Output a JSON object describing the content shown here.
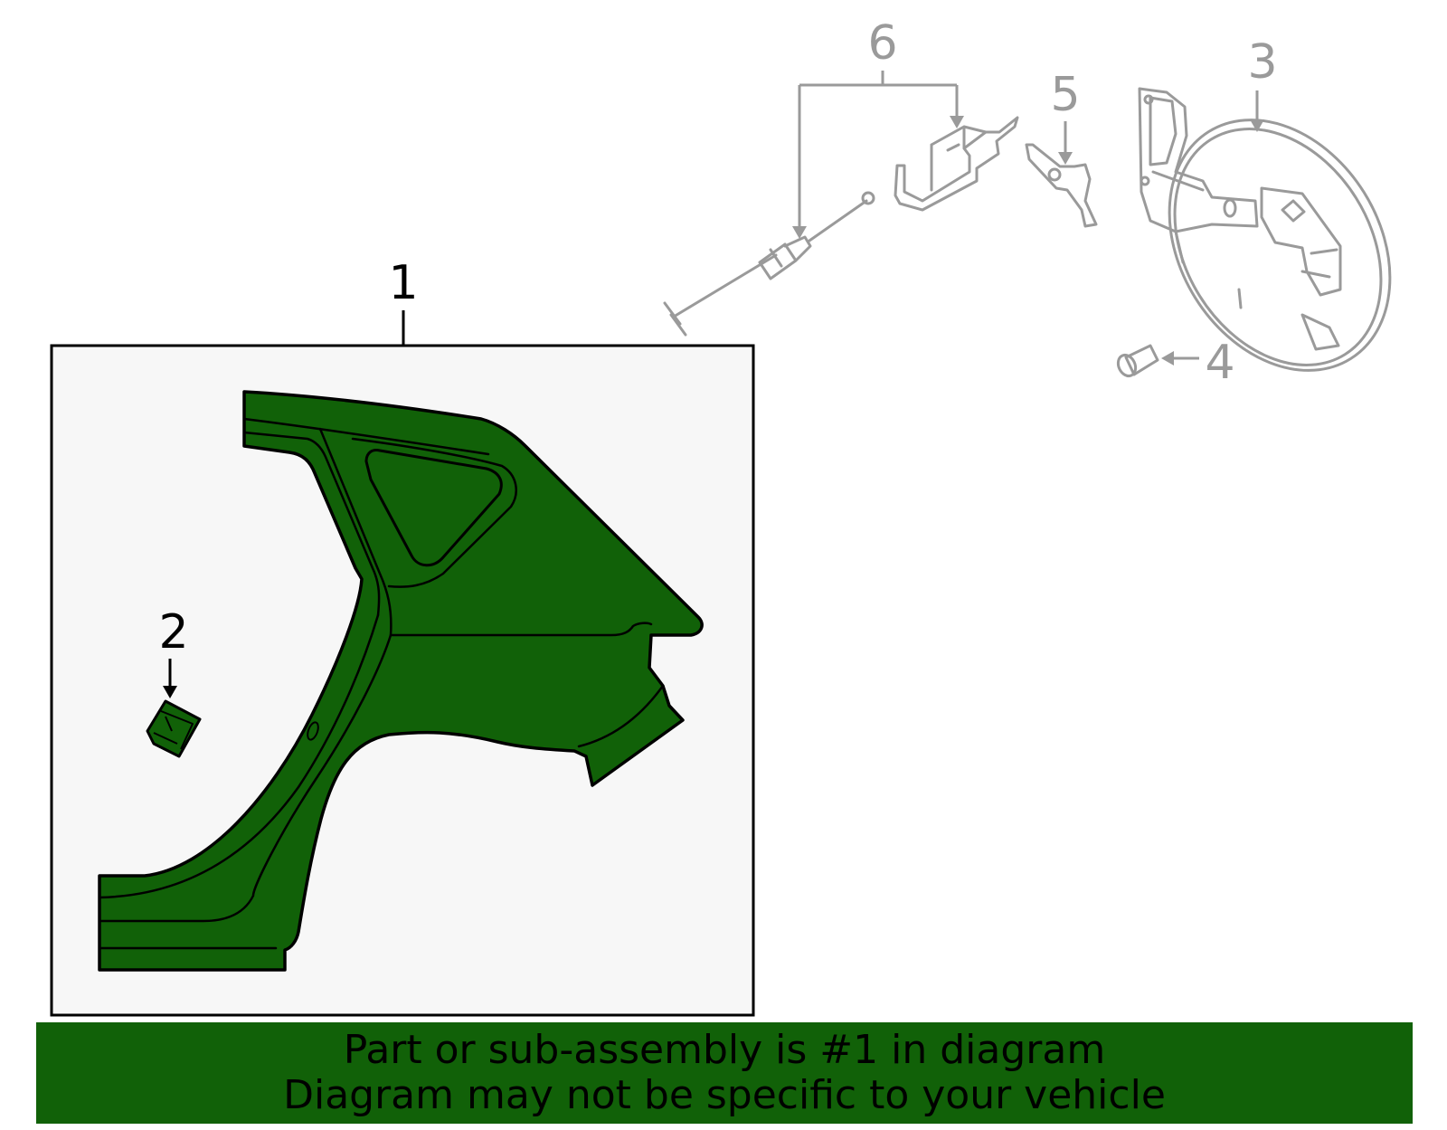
{
  "callouts": {
    "c1": "1",
    "c2": "2",
    "c3": "3",
    "c4": "4",
    "c5": "5",
    "c6": "6"
  },
  "banner": {
    "line1": "Part or sub-assembly is #1 in diagram",
    "line2": "Diagram may not be specific to your vehicle"
  },
  "colors": {
    "highlight_part": "#116108",
    "banner_background": "#116108",
    "other_parts_outline": "#9a9a9a",
    "inset_background": "#f7f7f7"
  }
}
